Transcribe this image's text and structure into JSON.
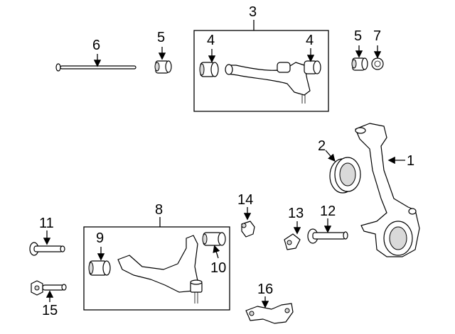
{
  "callouts": {
    "c1": "1",
    "c2": "2",
    "c3": "3",
    "c4a": "4",
    "c4b": "4",
    "c5a": "5",
    "c5b": "5",
    "c6": "6",
    "c7": "7",
    "c8": "8",
    "c9": "9",
    "c10": "10",
    "c11": "11",
    "c12": "12",
    "c13": "13",
    "c14": "14",
    "c15": "15",
    "c16": "16"
  },
  "parts": [
    {
      "callout": "1",
      "part": "steering-knuckle"
    },
    {
      "callout": "2",
      "part": "seal-ring"
    },
    {
      "callout": "3",
      "part": "upper-control-arm-assembly"
    },
    {
      "callout": "4",
      "part": "upper-arm-bushing",
      "count": 2
    },
    {
      "callout": "5",
      "part": "nut",
      "count": 2
    },
    {
      "callout": "6",
      "part": "long-bolt"
    },
    {
      "callout": "7",
      "part": "washer"
    },
    {
      "callout": "8",
      "part": "lower-control-arm-assembly"
    },
    {
      "callout": "9",
      "part": "front-bushing"
    },
    {
      "callout": "10",
      "part": "rear-bushing"
    },
    {
      "callout": "11",
      "part": "bolt"
    },
    {
      "callout": "12",
      "part": "bolt"
    },
    {
      "callout": "13",
      "part": "cam-washer"
    },
    {
      "callout": "14",
      "part": "nut"
    },
    {
      "callout": "15",
      "part": "flange-bolt"
    },
    {
      "callout": "16",
      "part": "bracket"
    }
  ],
  "colors": {
    "ink": "#000000",
    "background": "#ffffff",
    "shade": "#d9d9d9"
  }
}
